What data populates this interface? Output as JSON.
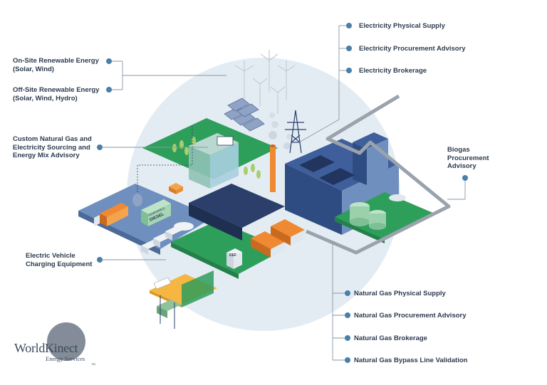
{
  "labels_left": [
    {
      "id": "onsite",
      "lines": [
        "On-Site Renewable Energy",
        "(Solar, Wind)"
      ]
    },
    {
      "id": "offsite",
      "lines": [
        "Off-Site Renewable Energy",
        "(Solar, Wind, Hydro)"
      ]
    },
    {
      "id": "custom",
      "lines": [
        "Custom Natural Gas and",
        "Electricity Sourcing and",
        "Energy Mix Advisory"
      ]
    },
    {
      "id": "ev",
      "lines": [
        "Electric Vehicle",
        "Charging Equipment"
      ]
    }
  ],
  "labels_top_right": [
    "Electricity Physical Supply",
    "Electricity Procurement Advisory",
    "Electricity Brokerage"
  ],
  "label_biogas": [
    "Biogas",
    "Procurement",
    "Advisory"
  ],
  "labels_bottom_right": [
    "Natural Gas Physical Supply",
    "Natural Gas Procurement Advisory",
    "Natural Gas Brokerage",
    "Natural Gas Bypass Line Validation"
  ],
  "scene_signs": {
    "renewable_diesel": [
      "RENEWABLE",
      "DIESEL"
    ],
    "def": "DEF"
  },
  "logo": {
    "main": "WorldKinect",
    "sub": "Energy Services",
    "tm": "TM"
  },
  "colors": {
    "label_text": "#2d3b4e",
    "dot": "#4a7fa8",
    "leader_line": "#8a96a6",
    "circle_bg": "#e4ecf3",
    "green_platform": "#2e9e5b",
    "blue_platform": "#6f8fbf",
    "factory_blue": "#3f5f9c",
    "truck_orange": "#f08a32"
  }
}
